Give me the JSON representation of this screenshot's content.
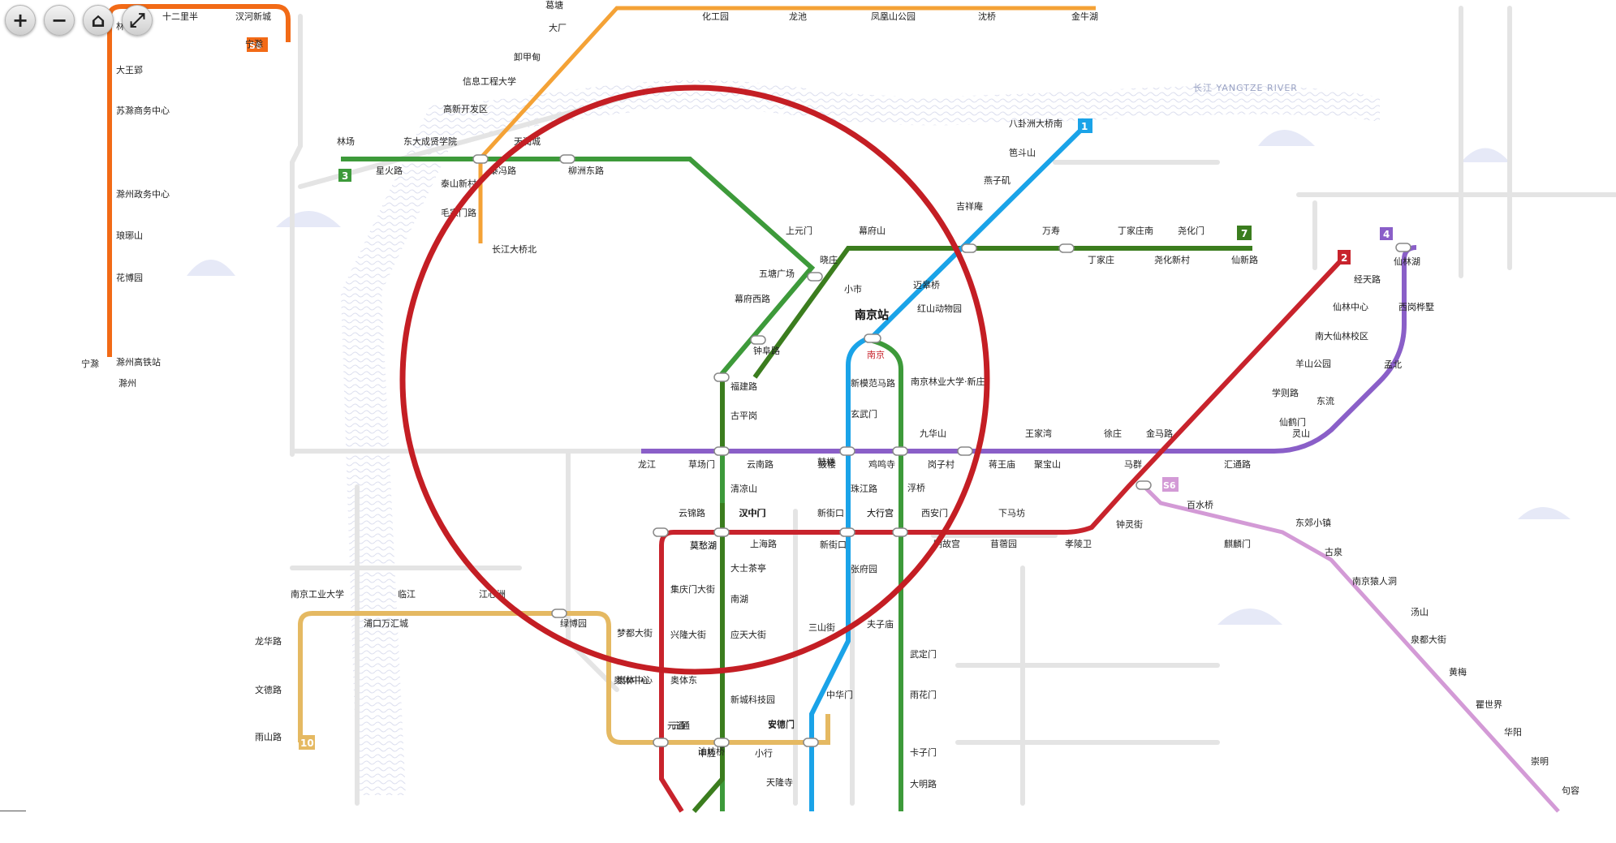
{
  "controls": {
    "zoom_in": "+",
    "zoom_out": "−",
    "home": "⌂",
    "fullscreen": "⤢"
  },
  "colors": {
    "line1": "#1aa3e8",
    "line2": "#c8232c",
    "line3": "#3d9a3a",
    "line4": "#8a5fc8",
    "line7": "#3b7d1e",
    "line10": "#e5b962",
    "lineS6": "#d39ad6",
    "lineS8": "#f26a16",
    "lineS1": "#f4a236",
    "highlight": "#c41e24"
  },
  "river_label": "长江 YANGTZE RIVER",
  "line_badges": [
    {
      "id": "1",
      "color": "#1aa3e8"
    },
    {
      "id": "3",
      "color": "#3d9a3a"
    },
    {
      "id": "7",
      "color": "#3b7d1e"
    },
    {
      "id": "2",
      "color": "#c8232c"
    },
    {
      "id": "4",
      "color": "#8a5fc8"
    },
    {
      "id": "10",
      "color": "#e5b962"
    },
    {
      "id": "S8",
      "color": "#f26a16"
    },
    {
      "id": "S6",
      "color": "#d39ad6"
    }
  ],
  "stations": {
    "line_s8": [
      "十二里半",
      "汊河新城",
      "林楼",
      "大王郢",
      "苏滁商务中心",
      "滁州政务中心",
      "琅琊山",
      "花博园",
      "滁州高铁站",
      "滁州",
      "宁滁",
      "宁滁"
    ],
    "line_s1": [
      "葛塘",
      "大厂",
      "化工园",
      "龙池",
      "凤凰山公园",
      "沈桥",
      "金牛湖",
      "卸甲甸",
      "信息工程大学",
      "高新开发区"
    ],
    "line_3": [
      "林场",
      "东大成贤学院",
      "星火路",
      "泰冯路",
      "天润城",
      "柳洲东路",
      "泰山新村",
      "毛家门路",
      "长江大桥北",
      "上元门",
      "五塘广场",
      "幕府西路",
      "钟阜路",
      "南京站",
      "福建路",
      "古平岗",
      "清凉山",
      "汉中门",
      "莫愁湖",
      "集庆门大街",
      "兴隆大街",
      "奥体中心"
    ],
    "line_1": [
      "八卦洲大桥南",
      "笆斗山",
      "燕子矶",
      "吉祥庵",
      "小市",
      "南京站",
      "新模范马路",
      "玄武门",
      "鼓楼",
      "珠江路",
      "新街口",
      "张府园",
      "三山街",
      "中华门",
      "安德门",
      "天隆寺"
    ],
    "line_7": [
      "幕府山",
      "晓庄",
      "迈皋桥",
      "红山动物园",
      "万寿",
      "丁家庄",
      "丁家庄南",
      "尧化门",
      "尧化新村",
      "仙新路"
    ],
    "line_4": [
      "龙江",
      "草场门",
      "云南路",
      "鼓楼",
      "鸡鸣寺",
      "九华山",
      "岗子村",
      "蒋王庙",
      "王家湾",
      "聚宝山",
      "徐庄",
      "金马路",
      "汇通路",
      "灵山",
      "东流",
      "孟北",
      "西岗桦墅",
      "仙林湖"
    ],
    "line_2": [
      "经天路",
      "仙林中心",
      "南大仙林校区",
      "羊山公园",
      "学则路",
      "仙鹤门",
      "马群",
      "钟灵街",
      "孝陵卫",
      "下马坊",
      "苜蓿园",
      "明故宫",
      "西安门",
      "大行宫",
      "新街口",
      "上海路",
      "汉中门",
      "莫愁湖",
      "云锦路",
      "元通",
      "油坊桥"
    ],
    "line_10": [
      "南京工业大学",
      "浦口万汇城",
      "临江",
      "龙华路",
      "文德路",
      "雨山路",
      "江心洲",
      "绿博园",
      "梦都大街",
      "奥体中心",
      "元通",
      "中胜",
      "小行",
      "安德门"
    ],
    "line_s6": [
      "百水桥",
      "麒麟门",
      "东郊小镇",
      "古泉",
      "南京猿人洞",
      "汤山",
      "泉都大街",
      "黄梅",
      "瞿世界",
      "华阳",
      "崇明",
      "句容"
    ],
    "others": [
      "南京林业大学·新庄",
      "浮桥",
      "大行宫",
      "武定门",
      "雨花门",
      "卡子门",
      "大明路",
      "夫子庙",
      "应天大街",
      "南湖",
      "大士茶亭",
      "新城科技园",
      "奥体东",
      "南京"
    ]
  }
}
